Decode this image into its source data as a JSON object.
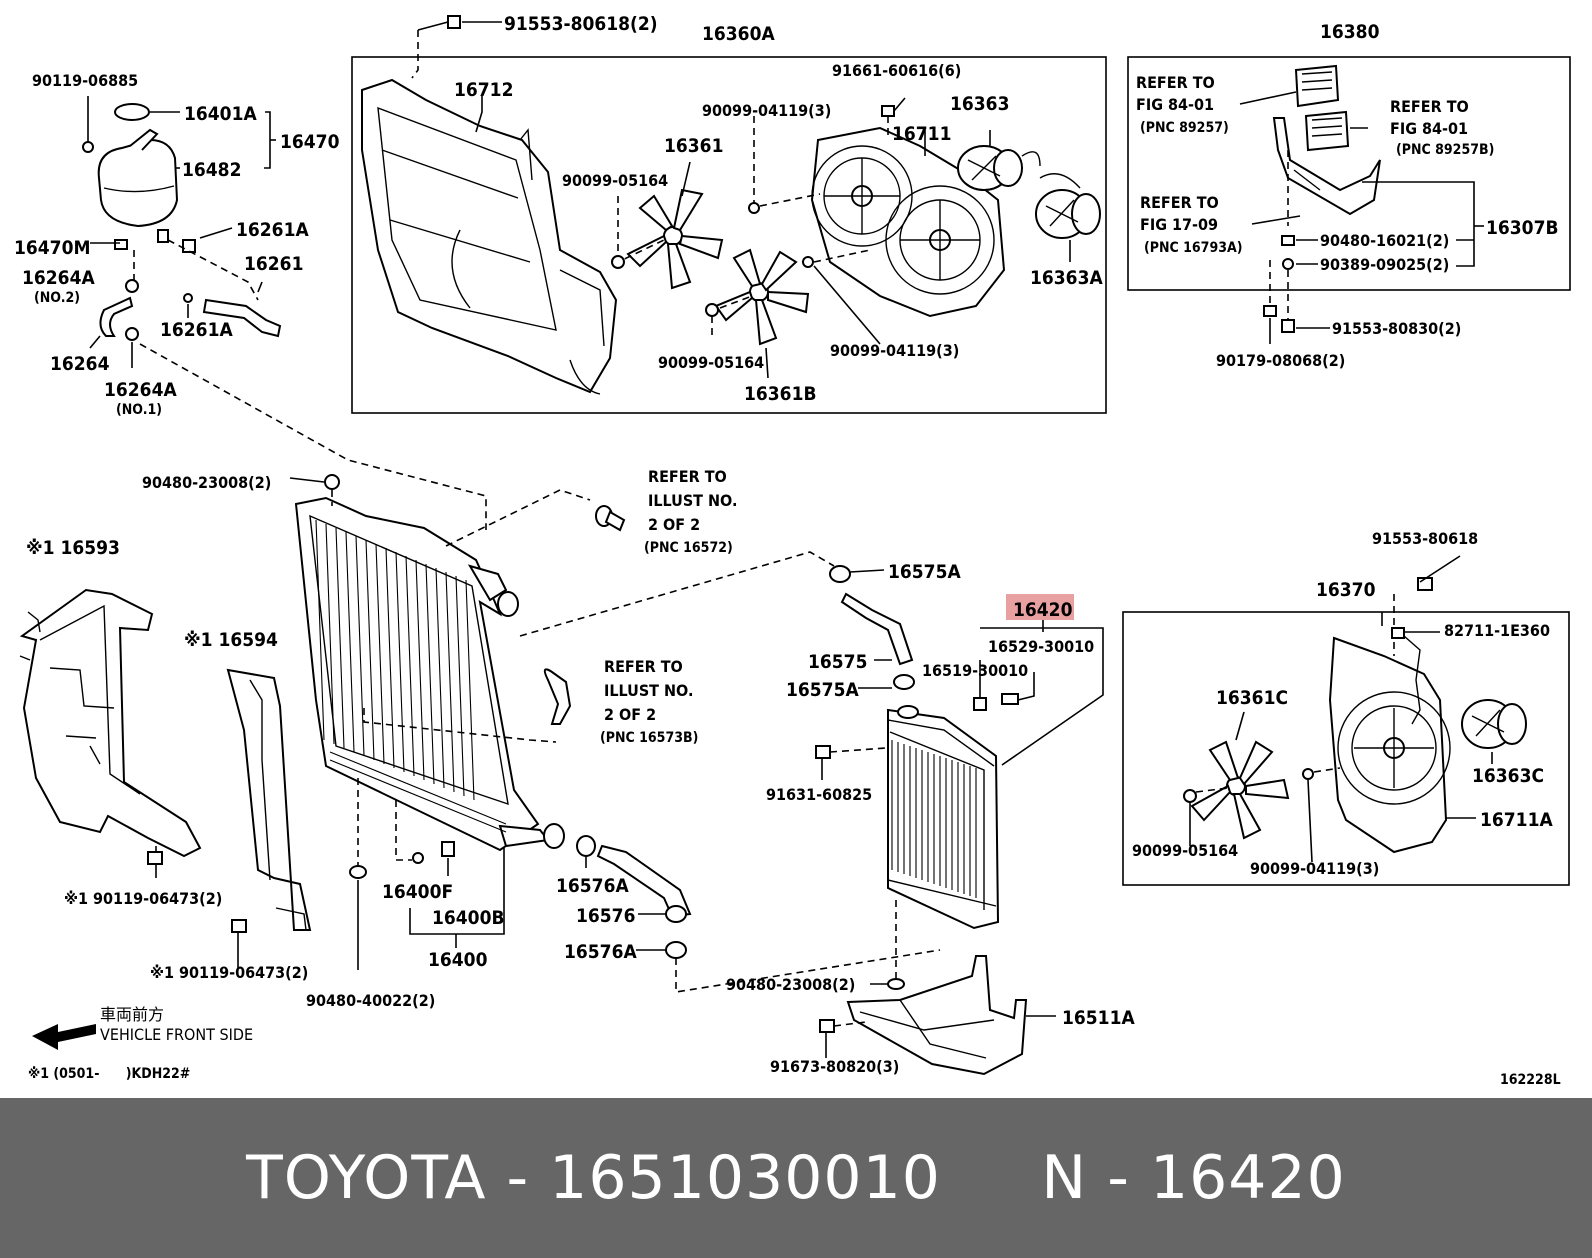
{
  "colors": {
    "highlight": "#e8a0a0",
    "footer_bg": "#666666",
    "footer_text": "#ffffff"
  },
  "labels": {
    "l_91553_80618_2": "91553-80618(2)",
    "l_16360A": "16360A",
    "l_16380": "16380",
    "l_90119_06885": "90119-06885",
    "l_16401A": "16401A",
    "l_16470": "16470",
    "l_16482": "16482",
    "l_16712": "16712",
    "l_91661_60616_6": "91661-60616(6)",
    "l_16363": "16363",
    "l_90099_04119_3a": "90099-04119(3)",
    "l_16361": "16361",
    "l_16711": "16711",
    "l_90099_05164a": "90099-05164",
    "l_16363A": "16363A",
    "l_16261A_a": "16261A",
    "l_16470M": "16470M",
    "l_16261": "16261",
    "l_16264A_a": "16264A",
    "l_no2": "(NO.2)",
    "l_16261A_b": "16261A",
    "l_16264": "16264",
    "l_16264A_b": "16264A",
    "l_no1": "(NO.1)",
    "l_90099_05164b": "90099-05164",
    "l_16361B": "16361B",
    "l_90099_04119_3b": "90099-04119(3)",
    "l_refer_84_01_a1": "REFER TO",
    "l_refer_84_01_a2": "FIG 84-01",
    "l_pnc_89257": "(PNC 89257)",
    "l_refer_84_01_b1": "REFER TO",
    "l_refer_84_01_b2": "FIG 84-01",
    "l_pnc_89257B": "(PNC 89257B)",
    "l_refer_17_09_1": "REFER TO",
    "l_refer_17_09_2": "FIG 17-09",
    "l_pnc_16793A": "(PNC 16793A)",
    "l_16307B": "16307B",
    "l_90480_16021_2": "90480-16021(2)",
    "l_90389_09025_2": "90389-09025(2)",
    "l_91553_80830_2": "91553-80830(2)",
    "l_90179_08068_2": "90179-08068(2)",
    "l_90480_23008_2a": "90480-23008(2)",
    "l_refer_illust_a1": "REFER TO",
    "l_refer_illust_a2": "ILLUST NO.",
    "l_refer_illust_a3": "2 OF 2",
    "l_pnc_16572": "(PNC 16572)",
    "l_16593": "※1 16593",
    "l_16594": "※1 16594",
    "l_16575A_a": "16575A",
    "l_91553_80618": "91553-80618",
    "l_16370": "16370",
    "l_16420": "16420",
    "l_16529_30010": "16529-30010",
    "l_82711_1E360": "82711-1E360",
    "l_16575": "16575",
    "l_16519_30010": "16519-30010",
    "l_refer_illust_b1": "REFER TO",
    "l_refer_illust_b2": "ILLUST NO.",
    "l_refer_illust_b3": "2 OF 2",
    "l_pnc_16573B": "(PNC 16573B)",
    "l_16575A_b": "16575A",
    "l_16361C": "16361C",
    "l_16363C": "16363C",
    "l_91631_60825": "91631-60825",
    "l_16711A": "16711A",
    "l_90099_05164c": "90099-05164",
    "l_90099_04119_3c": "90099-04119(3)",
    "l_90119_06473_2a": "※1 90119-06473(2)",
    "l_16576A_a": "16576A",
    "l_16400F": "16400F",
    "l_16400B": "16400B",
    "l_16576": "16576",
    "l_16576A_b": "16576A",
    "l_16400": "16400",
    "l_90119_06473_2b": "※1 90119-06473(2)",
    "l_90480_23008_2b": "90480-23008(2)",
    "l_90480_40022_2": "90480-40022(2)",
    "l_16511A": "16511A",
    "l_front_jp": "車両前方",
    "l_front_en": "VEHICLE FRONT SIDE",
    "l_91673_80820_3": "91673-80820(3)",
    "l_note": "※1 (0501-      )KDH22#",
    "l_fig_code": "162228L"
  },
  "footer": {
    "text": "TOYOTA - 1651030010     N - 16420"
  }
}
